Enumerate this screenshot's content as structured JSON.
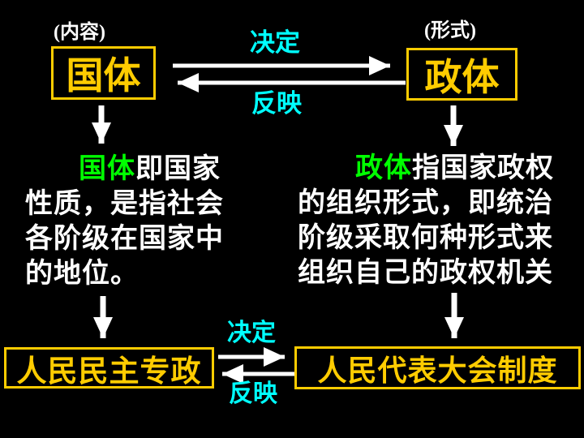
{
  "colors": {
    "background": "#000000",
    "gold": "#FFCC00",
    "cyan": "#00FFFF",
    "green": "#00FF00",
    "white": "#FFFFFF"
  },
  "top_section": {
    "content_label": "(内容)",
    "form_label": "(形式)",
    "guoti_box_label": "国体",
    "zhengti_box_label": "政体",
    "decide_label": "决定",
    "reflect_label": "反映"
  },
  "definitions": {
    "guoti": {
      "term": "国体",
      "line1_rest": "即国家",
      "line2": "性质，是指社会",
      "line3": "各阶级在国家中",
      "line4": "的地位。"
    },
    "zhengti": {
      "term": "政体",
      "line1_rest": "指国家政权",
      "line2": "的组织形式，即统治",
      "line3": "阶级采取何种形式来",
      "line4": "组织自己的政权机关"
    }
  },
  "bottom_section": {
    "left_box_label": "人民民主专政",
    "right_box_label": "人民代表大会制度",
    "decide_label": "决定",
    "reflect_label": "反映"
  }
}
